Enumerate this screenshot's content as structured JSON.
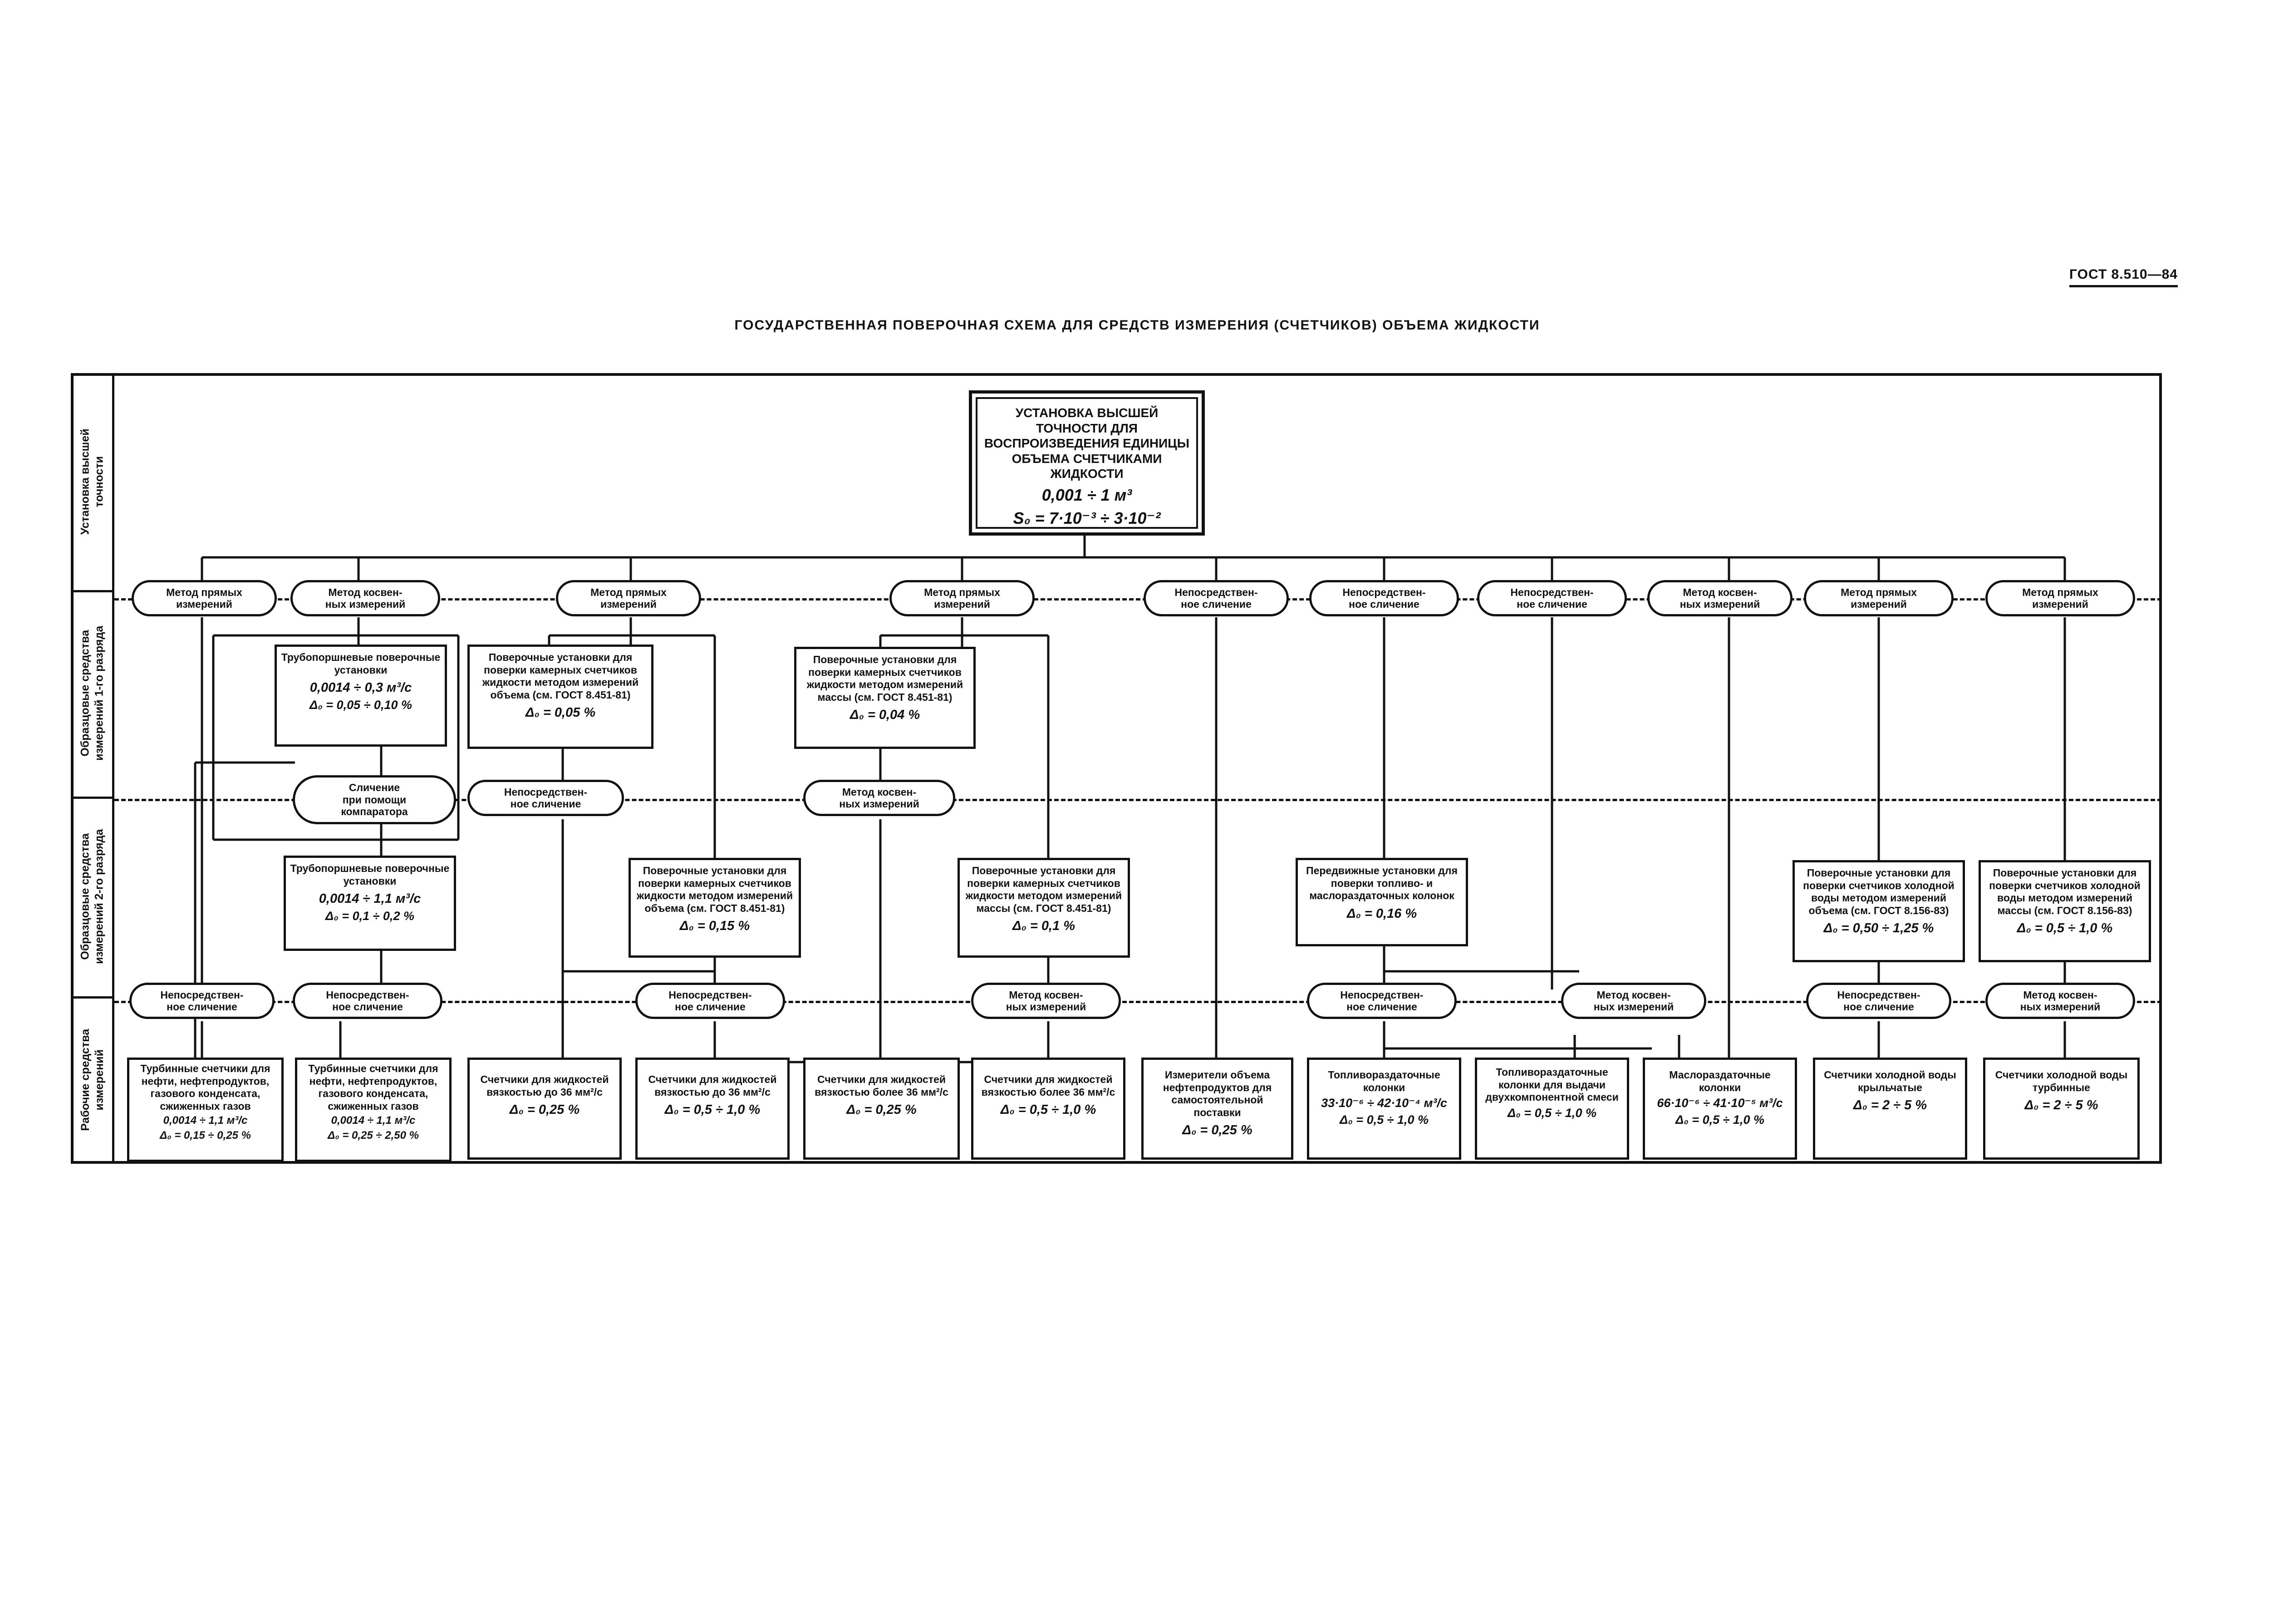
{
  "header": {
    "standard": "ГОСТ 8.510—84",
    "title": "ГОСУДАРСТВЕННАЯ ПОВЕРОЧНАЯ СХЕМА ДЛЯ СРЕДСТВ ИЗМЕРЕНИЯ (СЧЕТЧИКОВ) ОБЪЕМА ЖИДКОСТИ"
  },
  "levels": [
    "Установка высшей\nточности",
    "Образцовые средства\nизмерений 1-го разряда",
    "Образцовые средства\nизмерений 2-го разряда",
    "Рабочие средства\nизмерений"
  ],
  "top": {
    "text": "УСТАНОВКА ВЫСШЕЙ ТОЧНОСТИ ДЛЯ ВОСПРОИЗВЕДЕНИЯ ЕДИНИЦЫ ОБЪЕМА СЧЕТЧИКАМИ ЖИДКОСТИ",
    "range": "0,001 ÷ 1 м³",
    "error": "S₀ = 7·10⁻³ ÷ 3·10⁻²"
  },
  "methods1": [
    "Метод прямых\nизмерений",
    "Метод косвен-\nных измерений",
    "Метод прямых\nизмерений",
    "Метод прямых\nизмерений",
    "Непосредствен-\nное сличение",
    "Непосредствен-\nное сличение",
    "Непосредствен-\nное сличение",
    "Метод косвен-\nных измерений",
    "Метод прямых\nизмерений",
    "Метод прямых\nизмерений"
  ],
  "first": [
    {
      "text": "Трубопоршневые поверочные установки",
      "range": "0,0014 ÷ 0,3 м³/с",
      "error": "Δ₀ = 0,05 ÷ 0,10 %"
    },
    {
      "text": "Поверочные установки для поверки камерных счетчиков жидкости методом измерений объема (см. ГОСТ 8.451-81)",
      "error": "Δ₀ = 0,05 %"
    },
    {
      "text": "Поверочные установки для поверки камерных счетчиков жидкости методом измерений массы (см. ГОСТ 8.451-81)",
      "error": "Δ₀ = 0,04 %"
    }
  ],
  "methods2": [
    "Сличение\nпри помощи\nкомпаратора",
    "Непосредствен-\nное сличение",
    "Метод косвен-\nных измерений"
  ],
  "second": [
    {
      "text": "Трубопоршневые поверочные установки",
      "range": "0,0014 ÷ 1,1 м³/с",
      "error": "Δ₀ = 0,1 ÷ 0,2 %"
    },
    {
      "text": "Поверочные установки для поверки камерных счетчиков жидкости методом измерений объема (см. ГОСТ 8.451-81)",
      "error": "Δ₀ = 0,15 %"
    },
    {
      "text": "Поверочные установки для поверки камерных счетчиков жидкости методом измерений массы (см. ГОСТ 8.451-81)",
      "error": "Δ₀ = 0,1 %"
    },
    {
      "text": "Передвижные установки для поверки топливо- и маслораздаточных колонок",
      "error": "Δ₀ = 0,16 %"
    },
    {
      "text": "Поверочные установки для поверки счетчиков холодной воды методом измерений объема (см. ГОСТ 8.156-83)",
      "error": "Δ₀ = 0,50 ÷ 1,25 %"
    },
    {
      "text": "Поверочные установки для поверки счетчиков холодной воды методом измерений массы (см. ГОСТ 8.156-83)",
      "error": "Δ₀ = 0,5 ÷ 1,0 %"
    }
  ],
  "methods3": [
    "Непосредствен-\nное сличение",
    "Непосредствен-\nное сличение",
    "Непосредствен-\nное сличение",
    "Метод косвен-\nных измерений",
    "Непосредствен-\nное сличение",
    "Метод косвен-\nных измерений",
    "Непосредствен-\nное сличение",
    "Метод косвен-\nных измерений"
  ],
  "working": [
    {
      "text": "Турбинные счетчики для нефти, нефтепродуктов, газового конденсата, сжиженных газов",
      "range": "0,0014 ÷ 1,1 м³/с",
      "error": "Δ₀ = 0,15 ÷ 0,25 %"
    },
    {
      "text": "Турбинные счетчики для нефти, нефтепродуктов, газового конденсата, сжиженных газов",
      "range": "0,0014 ÷ 1,1 м³/с",
      "error": "Δ₀ = 0,25 ÷ 2,50 %"
    },
    {
      "text": "Счетчики для жидкостей вязкостью до 36 мм²/с",
      "error": "Δ₀ = 0,25 %"
    },
    {
      "text": "Счетчики для жидкостей вязкостью до 36 мм²/с",
      "error": "Δ₀ = 0,5 ÷ 1,0 %"
    },
    {
      "text": "Счетчики для жидкостей вязкостью более 36 мм²/с",
      "error": "Δ₀ = 0,25 %"
    },
    {
      "text": "Счетчики для жидкостей вязкостью более 36 мм²/с",
      "error": "Δ₀ = 0,5 ÷ 1,0 %"
    },
    {
      "text": "Измерители объема нефтепродуктов для самостоятельной поставки",
      "error": "Δ₀ = 0,25 %"
    },
    {
      "text": "Топливораздаточные колонки",
      "range": "33·10⁻⁶ ÷ 42·10⁻⁴ м³/с",
      "error": "Δ₀ = 0,5 ÷ 1,0 %"
    },
    {
      "text": "Топливораздаточные колонки для выдачи двухкомпонентной смеси",
      "error": "Δ₀ = 0,5 ÷ 1,0 %"
    },
    {
      "text": "Маслораздаточные колонки",
      "range": "66·10⁻⁶ ÷ 41·10⁻⁵ м³/с",
      "error": "Δ₀ = 0,5 ÷ 1,0 %"
    },
    {
      "text": "Счетчики холодной воды крыльчатые",
      "error": "Δ₀ = 2 ÷ 5 %"
    },
    {
      "text": "Счетчики холодной воды турбинные",
      "error": "Δ₀ = 2 ÷ 5 %"
    }
  ]
}
